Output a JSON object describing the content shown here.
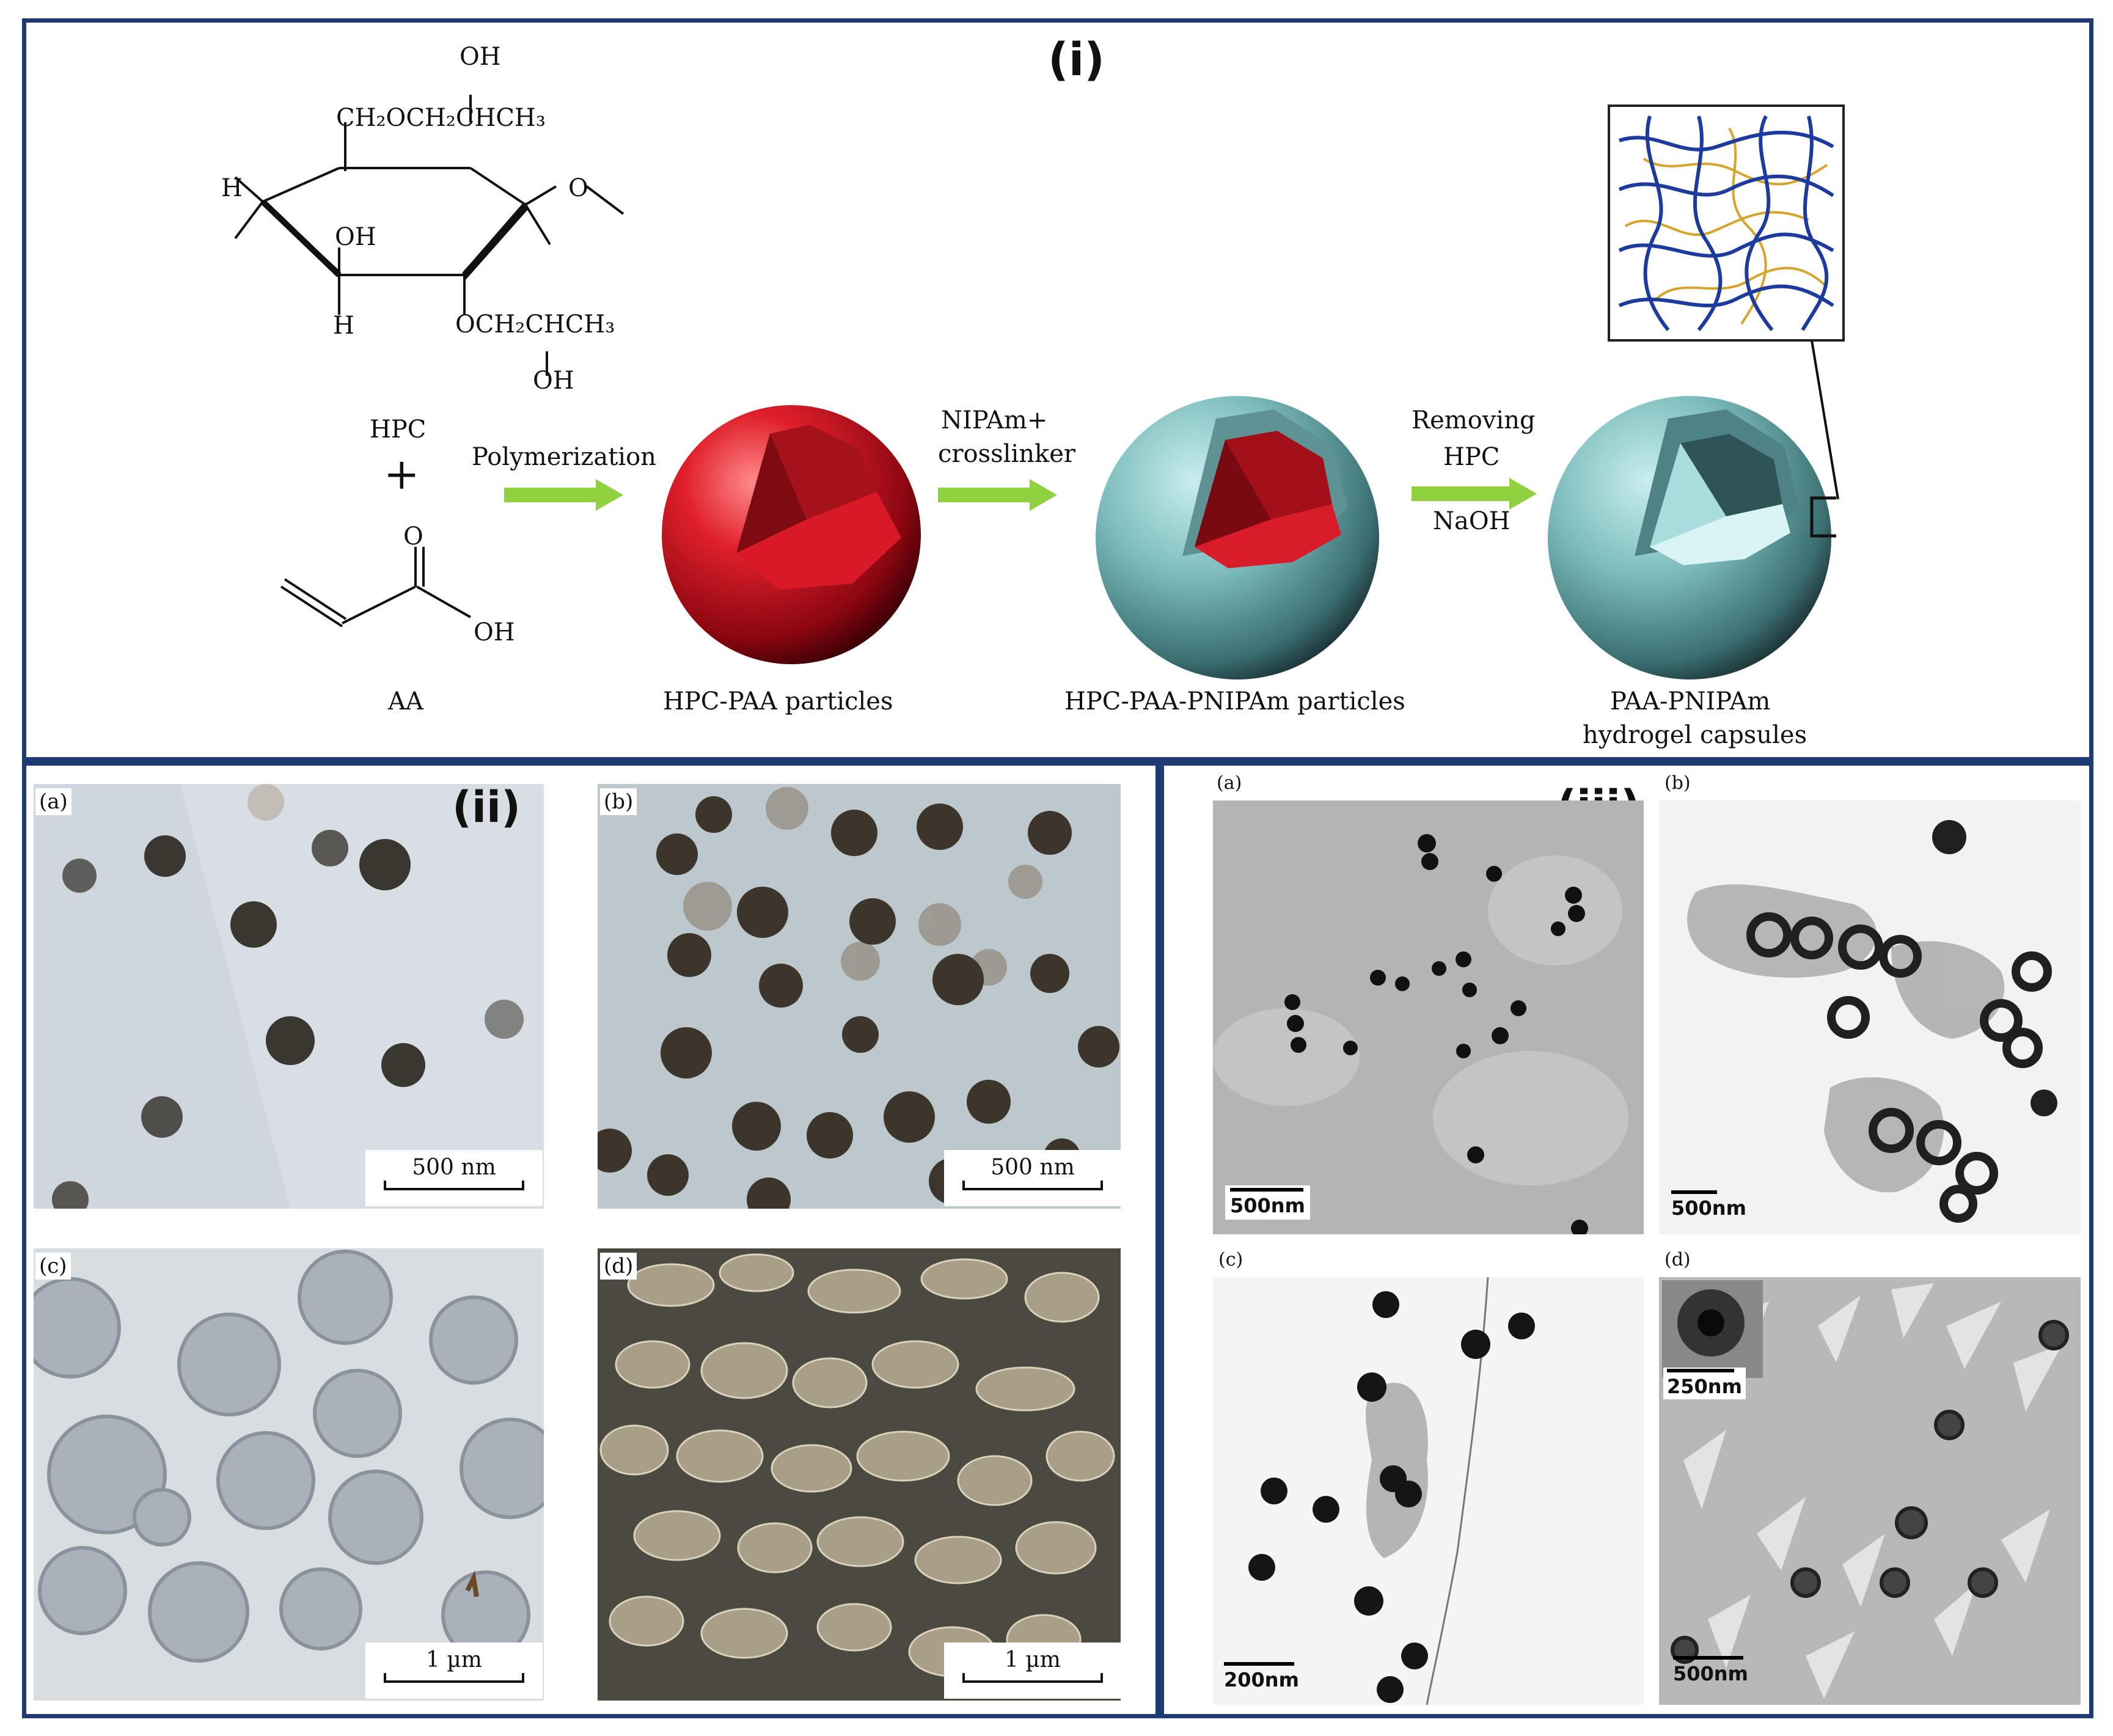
{
  "panel_i": {
    "label": "(i)",
    "chem": {
      "oh_top": "OH",
      "ch2och2chch3": "CH₂OCH₂CHCH₃",
      "h_left": "H",
      "oh_mid": "OH",
      "h_bottom": "H",
      "och2chch3": "OCH₂CHCH₃",
      "oh_bottom": "OH",
      "carbonyl_o": "O",
      "acid_oh": "OH"
    },
    "reagents": {
      "hpc": "HPC",
      "plus": "+",
      "aa": "AA"
    },
    "arrows": [
      {
        "line1": "Polymerization",
        "line2": ""
      },
      {
        "line1": "NIPAm+",
        "line2": "crosslinker"
      },
      {
        "line1": "Removing",
        "line2": "HPC",
        "line3": "NaOH"
      }
    ],
    "products": [
      {
        "line1": "HPC-PAA particles",
        "line2": ""
      },
      {
        "line1": "HPC-PAA-PNIPAm particles",
        "line2": ""
      },
      {
        "line1": "PAA-PNIPAm",
        "line2": "hydrogel capsules"
      }
    ]
  },
  "panel_ii": {
    "label": "(ii)",
    "subpanels": [
      {
        "letter": "(a)",
        "scale": "500 nm"
      },
      {
        "letter": "(b)",
        "scale": "500 nm"
      },
      {
        "letter": "(c)",
        "scale": "1 µm"
      },
      {
        "letter": "(d)",
        "scale": "1 µm"
      }
    ]
  },
  "panel_iii": {
    "label": "(iii)",
    "subpanels": [
      {
        "letter": "(a)",
        "scale": "500nm"
      },
      {
        "letter": "(b)",
        "scale": "500nm"
      },
      {
        "letter": "(c)",
        "scale": "200nm"
      },
      {
        "letter": "(d)",
        "scale": "500nm",
        "inset_scale": "250nm"
      }
    ]
  },
  "colors": {
    "border": "#1f3b73",
    "arrow": "#8fd13f",
    "red_sphere": "#c8101e",
    "teal_sphere": "#7fc3c4",
    "network_blue": "#1d3b9c",
    "network_gold": "#d4a52a"
  }
}
